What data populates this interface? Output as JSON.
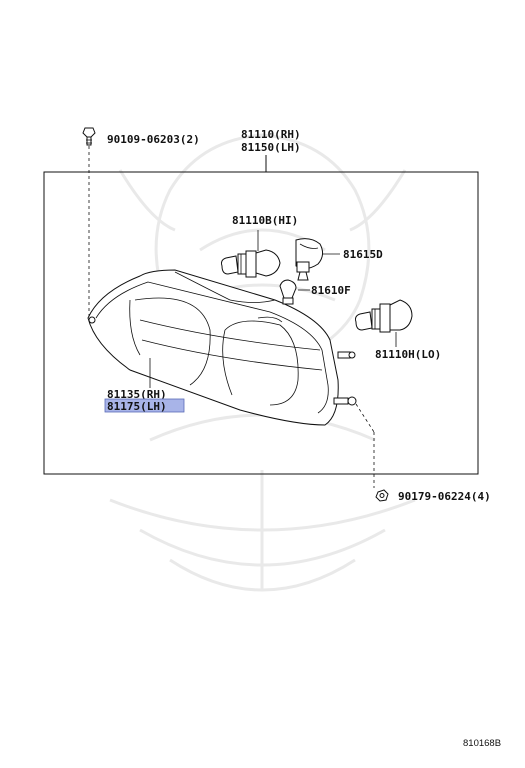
{
  "diagram": {
    "frame_label_line1": "81110(RH)",
    "frame_label_line2": "81150(LH)",
    "screw": {
      "label": "90109-06203(2)"
    },
    "bulb_hi": {
      "label": "81110B(HI)"
    },
    "bulb_socket": {
      "label": "81615D"
    },
    "small_bulb": {
      "label": "81610F"
    },
    "bulb_lo": {
      "label": "81110H(LO)"
    },
    "lens_label_line1": "81135(RH)",
    "lens_label_line2": "81175(LH)",
    "nut": {
      "label": "90179-06224(4)"
    },
    "figure_code": "810168B",
    "highlight_color": "#a8b4e8"
  }
}
